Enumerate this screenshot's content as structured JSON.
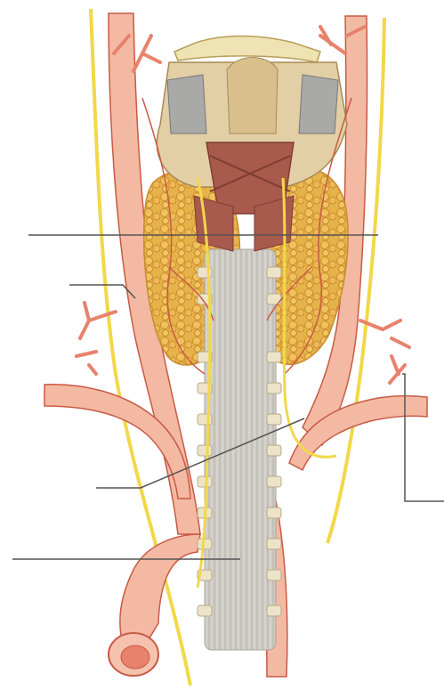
{
  "diagram": {
    "subject": "thyroid-gland-posterior-view",
    "labels": [],
    "leader_lines": [
      {
        "id": "leader-line-1",
        "target": "thyroid-lobe-left"
      },
      {
        "id": "leader-line-2",
        "target": "inferior-thyroid-artery-left"
      },
      {
        "id": "leader-line-3",
        "target": "parathyroid-or-nerve-left"
      },
      {
        "id": "leader-line-4",
        "target": "trachea"
      },
      {
        "id": "leader-line-5",
        "target": "inferior-thyroid-artery-right"
      }
    ],
    "colors": {
      "artery": "#e8826c",
      "artery_dark": "#c85a45",
      "vessel_light": "#f3b9a3",
      "nerve": "#f2d84a",
      "thyroid": "#e6b24a",
      "thyroid_dark": "#c98b2e",
      "trachea": "#cfccc6",
      "cartilage": "#ece3c8",
      "muscle": "#a85a4c",
      "larynx": "#e3cfa6",
      "leader": "#555555"
    }
  }
}
